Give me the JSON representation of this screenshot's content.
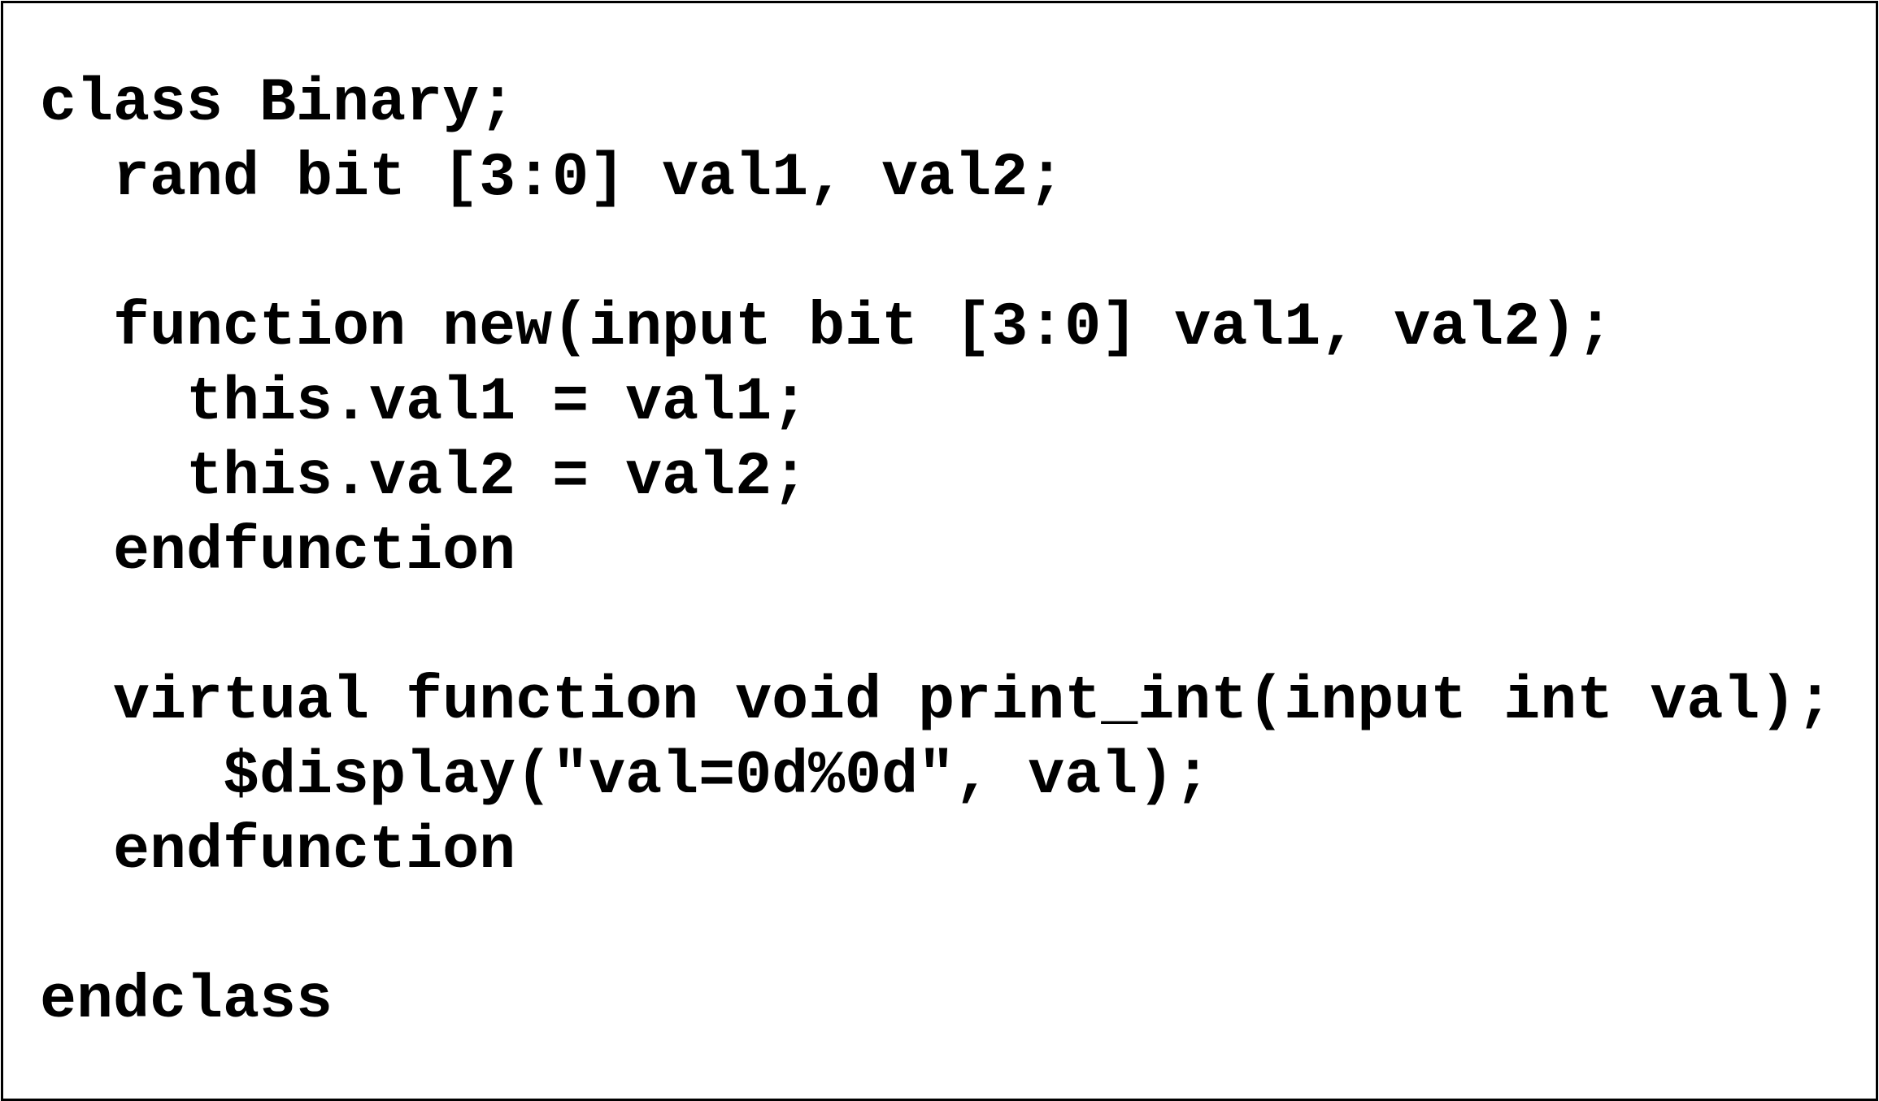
{
  "code": {
    "lines": [
      "class Binary;",
      "  rand bit [3:0] val1, val2;",
      "",
      "  function new(input bit [3:0] val1, val2);",
      "    this.val1 = val1;",
      "    this.val2 = val2;",
      "  endfunction",
      "",
      "  virtual function void print_int(input int val);",
      "     $display(\"val=0d%0d\", val);",
      "  endfunction",
      "",
      "endclass"
    ]
  }
}
